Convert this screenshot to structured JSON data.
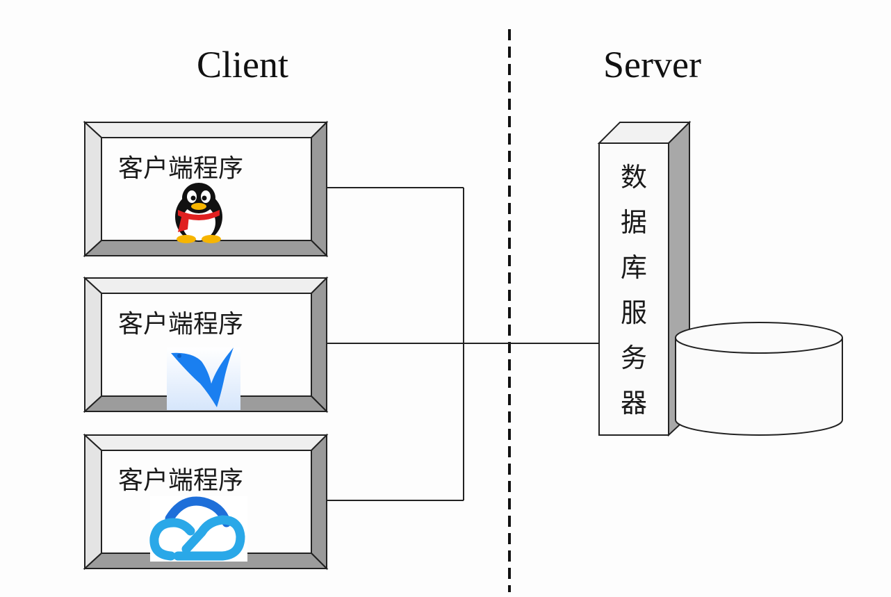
{
  "header": {
    "client_title": "Client",
    "server_title": "Server"
  },
  "clients": [
    {
      "label": "客户端程序",
      "icon": "qq-penguin-icon"
    },
    {
      "label": "客户端程序",
      "icon": "xunlei-bird-icon"
    },
    {
      "label": "客户端程序",
      "icon": "tencent-cloud-icon"
    }
  ],
  "server": {
    "label_chars": [
      "数",
      "据",
      "库",
      "服",
      "务",
      "器"
    ],
    "storage_icon": "database-cylinder-icon"
  },
  "colors": {
    "frame_dark": "#808080",
    "frame_light": "#d8d8d8",
    "line": "#222222",
    "penguin_scarf": "#e02020",
    "penguin_beak": "#f7b500",
    "bird_blue": "#1a7ff0",
    "cloud_blue": "#2aa8e8"
  }
}
